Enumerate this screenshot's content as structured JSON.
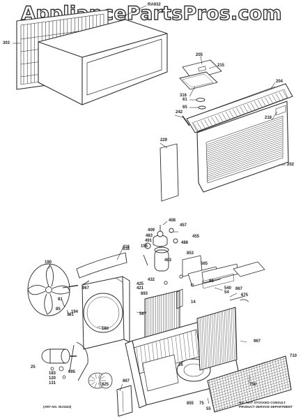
{
  "watermark": "AppliancePartsPros.com",
  "callouts": [
    "RA932",
    "303",
    "205",
    "215",
    "204",
    "316",
    "61",
    "65",
    "242",
    "218",
    "229",
    "202",
    "408",
    "457",
    "409",
    "455",
    "483",
    "488",
    "491",
    "156",
    "463",
    "853",
    "416",
    "565",
    "190",
    "967",
    "432",
    "425",
    "88",
    "540",
    "54",
    "867",
    "675",
    "421",
    "893",
    "81",
    "85",
    "161",
    "194",
    "180",
    "567",
    "14",
    "616",
    "25",
    "695",
    "183",
    "120",
    "131",
    "967",
    "825",
    "75",
    "855",
    "55",
    "750",
    "710",
    "16",
    "867"
  ],
  "part_number": "(ART NO. WJ1523)",
  "notes": [
    "NS - NOT STOCKED CONSULT",
    "PRODUCT SERVICE DEPARTMENT"
  ]
}
